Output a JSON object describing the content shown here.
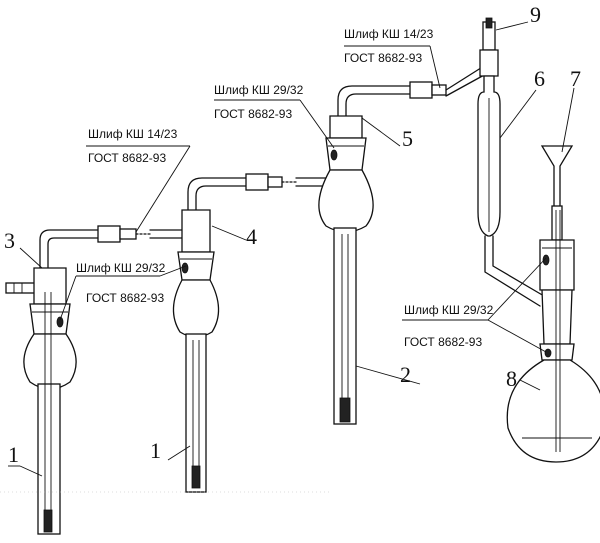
{
  "joint_labels": [
    {
      "id": "j1",
      "line1": "Шлиф КШ 14/23",
      "line2": "ГОСТ 8682-93"
    },
    {
      "id": "j2",
      "line1": "Шлиф КШ 29/32",
      "line2": "ГОСТ 8682-93"
    },
    {
      "id": "j3",
      "line1": "Шлиф КШ 29/32",
      "line2": "ГОСТ 8682-93"
    },
    {
      "id": "j4",
      "line1": "Шлиф КШ 14/23",
      "line2": "ГОСТ 8682-93"
    },
    {
      "id": "j5",
      "line1": "Шлиф КШ 29/32",
      "line2": "ГОСТ 8682-93"
    }
  ],
  "part_numbers": {
    "n1a": "1",
    "n1b": "1",
    "n2": "2",
    "n3": "3",
    "n4": "4",
    "n5": "5",
    "n6": "6",
    "n7": "7",
    "n8": "8",
    "n9": "9"
  }
}
